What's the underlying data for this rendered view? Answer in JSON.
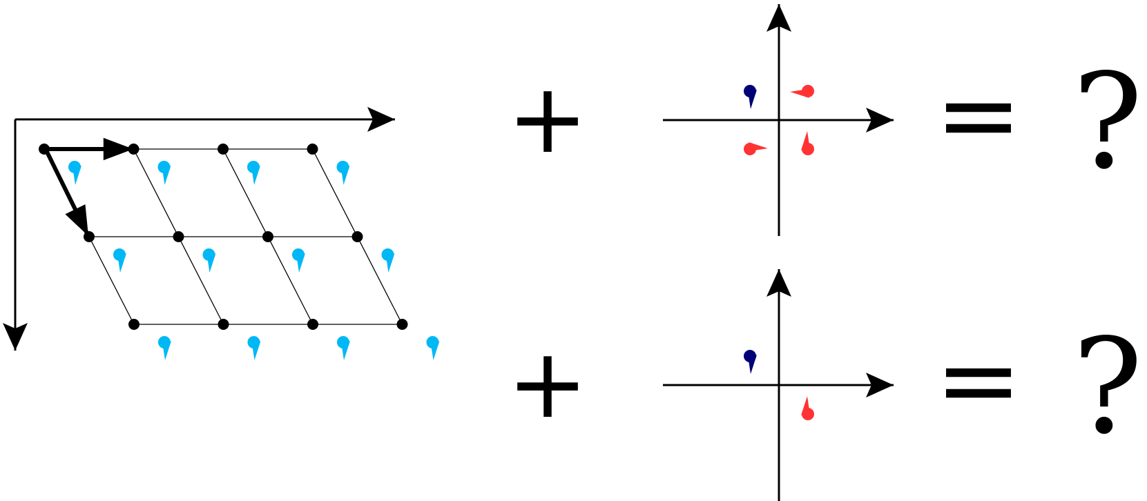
{
  "colors": {
    "ink": "#000000",
    "motif": "#00b8f5",
    "navy": "#000077",
    "red": "#ff3333"
  },
  "lattice": {
    "rows": 3,
    "cols": 4,
    "shear": 1,
    "motif_icon": "teardrop-motif-icon"
  },
  "equations": [
    {
      "operator": "+",
      "equals": "=",
      "result": "?",
      "motifs": [
        {
          "quadrant": "upper-left",
          "color": "navy",
          "orientation": "tail-down"
        },
        {
          "quadrant": "upper-right",
          "color": "red",
          "orientation": "tail-left"
        },
        {
          "quadrant": "lower-left",
          "color": "red",
          "orientation": "tail-right"
        },
        {
          "quadrant": "lower-right",
          "color": "red",
          "orientation": "tail-up"
        }
      ]
    },
    {
      "operator": "+",
      "equals": "=",
      "result": "?",
      "motifs": [
        {
          "quadrant": "upper-left",
          "color": "navy",
          "orientation": "tail-down"
        },
        {
          "quadrant": "lower-right",
          "color": "red",
          "orientation": "tail-up"
        }
      ]
    }
  ]
}
